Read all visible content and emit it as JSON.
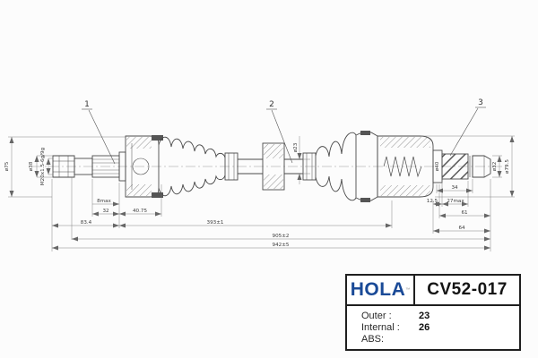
{
  "part_plate": {
    "brand": "HOLA",
    "trademark_mark": "™",
    "part_number": "CV52-017",
    "specs": [
      {
        "label": "Outer :",
        "value": "23"
      },
      {
        "label": "Internal :",
        "value": "26"
      },
      {
        "label": "ABS:",
        "value": ""
      }
    ]
  },
  "drawing": {
    "callouts": {
      "c1": "1",
      "c2": "2",
      "c3": "3"
    },
    "dims": {
      "dia_left_joint": "ø75",
      "dia_nut": "ø38",
      "thread_spec": "M20x1.5-6g/9g",
      "len_8max": "8max",
      "len_32": "32",
      "len_40_75": "40.75",
      "len_83_4": "83.4",
      "len_393": "393±1",
      "len_905": "905±2",
      "len_942": "942±5",
      "dia_shaft": "ø23",
      "dia_step": "ø40",
      "len_34": "34",
      "len_12_5": "12.5",
      "len_27max": "27max",
      "len_61": "61",
      "len_64": "64",
      "dia_spigot": "ø32",
      "dia_right_joint": "ø79.5"
    }
  }
}
